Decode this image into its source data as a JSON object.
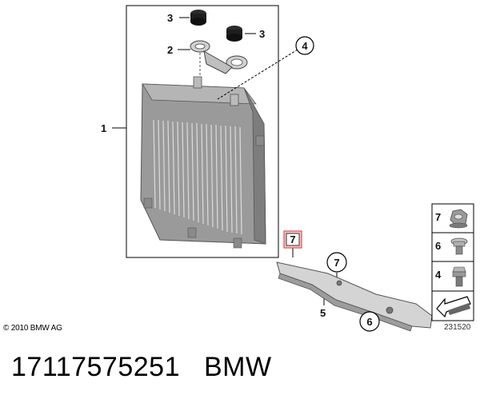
{
  "callouts": {
    "radiator": "1",
    "bracket": "2",
    "grommet_left": "3",
    "grommet_right": "3",
    "line_item": "4",
    "support": "5",
    "screw_lower": "6",
    "nut_highlighted": "7",
    "nut_support": "7"
  },
  "legend": {
    "items": [
      {
        "number": "7",
        "icon": "flange-nut-icon"
      },
      {
        "number": "6",
        "icon": "collar-screw-icon"
      },
      {
        "number": "4",
        "icon": "hex-bolt-icon"
      }
    ],
    "footer_icon": "arrow-reference-icon"
  },
  "footer": {
    "copyright": "© 2010 BMW AG",
    "image_number": "231520"
  },
  "part": {
    "number": "17117575251",
    "brand": "BMW"
  },
  "colors": {
    "highlight_border": "#e05050",
    "highlight_fill": "#f3c9c9",
    "radiator_body": "#9a9a9a",
    "line": "#000000"
  }
}
